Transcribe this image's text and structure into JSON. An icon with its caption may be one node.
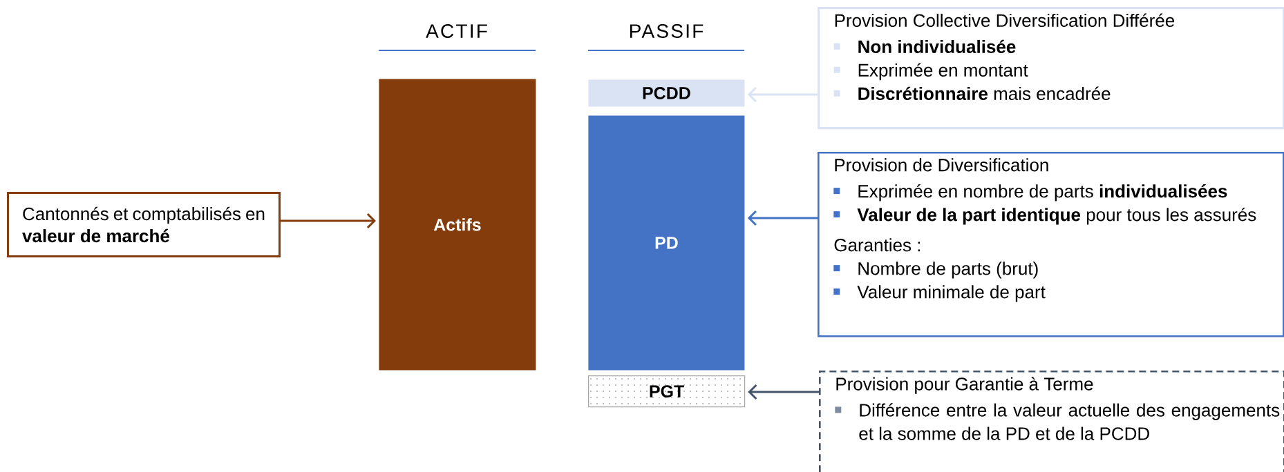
{
  "diagram": {
    "nodes": [
      {
        "text": [
          "Cantonnés et comptabilisés en **valeur de marché**"
        ]
      },
      {
        "text": [
          "Actifs"
        ]
      },
      {
        "text": [
          "PCDD"
        ]
      },
      {
        "text": [
          "PD"
        ]
      },
      {
        "text": [
          "PGT"
        ]
      },
      {
        "text": [
          "Provision Collective Diversification Différée",
          "**Non individualisée**",
          "Exprimée en montant",
          "**Discrétionnaire** mais encadrée"
        ]
      },
      {
        "text": [
          "Provision de Diversification",
          "Exprimée en nombre de parts **individualisées**",
          "**Valeur de la part identique** pour tous les assurés",
          "Garanties :",
          "Nombre de parts (brut)",
          "Valeur minimale de part"
        ]
      },
      {
        "text": [
          "Provision pour Garantie à Terme",
          "Différence entre la valeur actuelle des engagements et la somme de la PD et de la PCDD"
        ]
      }
    ],
    "edges": [
      {
        "from": 0,
        "to": 1,
        "arrow": "to",
        "color": "#843c0c"
      },
      {
        "from": 5,
        "to": 2,
        "arrow": "to",
        "color": "#dae3f3"
      },
      {
        "from": 6,
        "to": 3,
        "arrow": "to",
        "color": "#4472c4"
      },
      {
        "from": 7,
        "to": 4,
        "arrow": "to",
        "color": "#44546a"
      }
    ],
    "labels": [
      "ACTIF",
      "PASSIF"
    ]
  }
}
